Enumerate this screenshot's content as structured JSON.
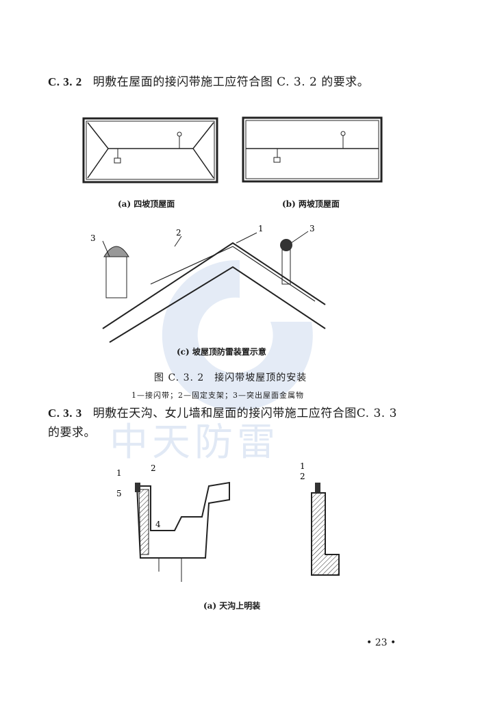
{
  "watermark": {
    "text": "中天防雷",
    "color": "#b9cde9"
  },
  "sections": [
    {
      "num": "C. 3. 2",
      "text": "明敷在屋面的接闪带施工应符合图 C. 3. 2 的要求。"
    },
    {
      "num": "C. 3. 3",
      "text": "明敷在天沟、女儿墙和屋面的接闪带施工应符合图C. 3. 3",
      "text2": "的要求。"
    }
  ],
  "figure_c32": {
    "captions": {
      "a": "(a) 四坡顶屋面",
      "b": "(b) 两坡顶屋面",
      "c": "(c) 坡屋顶防雷装置示意"
    },
    "title": "图 C. 3. 2　接闪带坡屋顶的安装",
    "legend": "1—接闪带；2—固定支架；3—突出屋面金属物",
    "labels": [
      "1",
      "2",
      "3",
      "3"
    ]
  },
  "figure_c33": {
    "caption_a": "(a) 天沟上明装",
    "labels_left": [
      "1",
      "2",
      "5",
      "4"
    ],
    "labels_right": [
      "1",
      "2"
    ]
  },
  "page_number": "• 23 •"
}
